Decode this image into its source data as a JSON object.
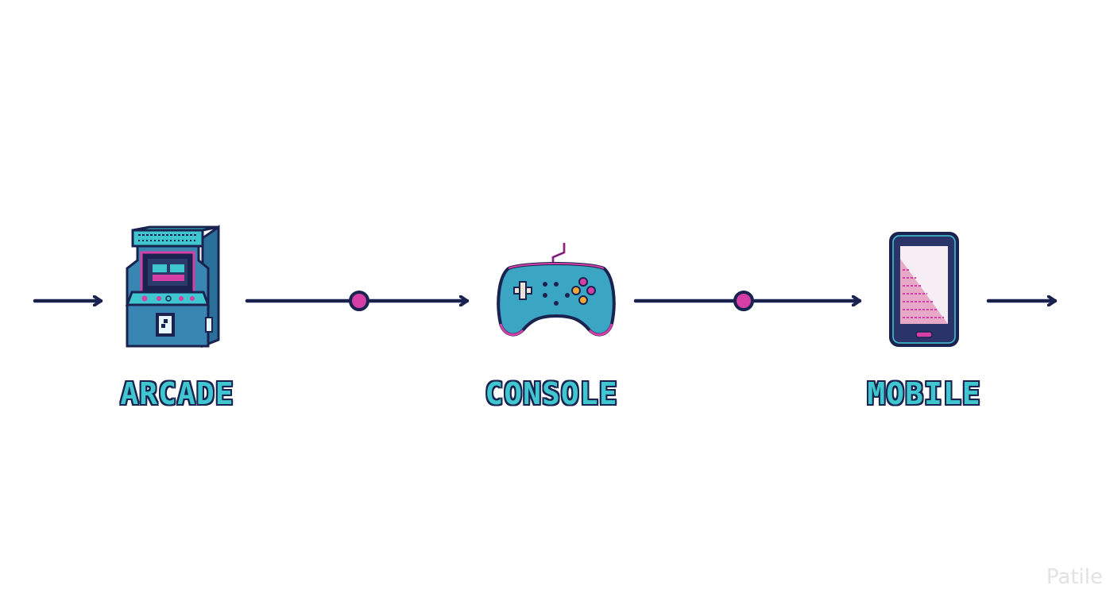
{
  "stages": [
    {
      "label": "ARCADE",
      "icon": "arcade-cabinet-icon"
    },
    {
      "label": "CONSOLE",
      "icon": "gamepad-icon"
    },
    {
      "label": "MOBILE",
      "icon": "smartphone-icon"
    }
  ],
  "colors": {
    "line": "#1a2350",
    "accent_cyan": "#3fc6cf",
    "accent_magenta": "#d63fa6",
    "node_fill": "#d63fa6"
  },
  "watermark": "Patile"
}
